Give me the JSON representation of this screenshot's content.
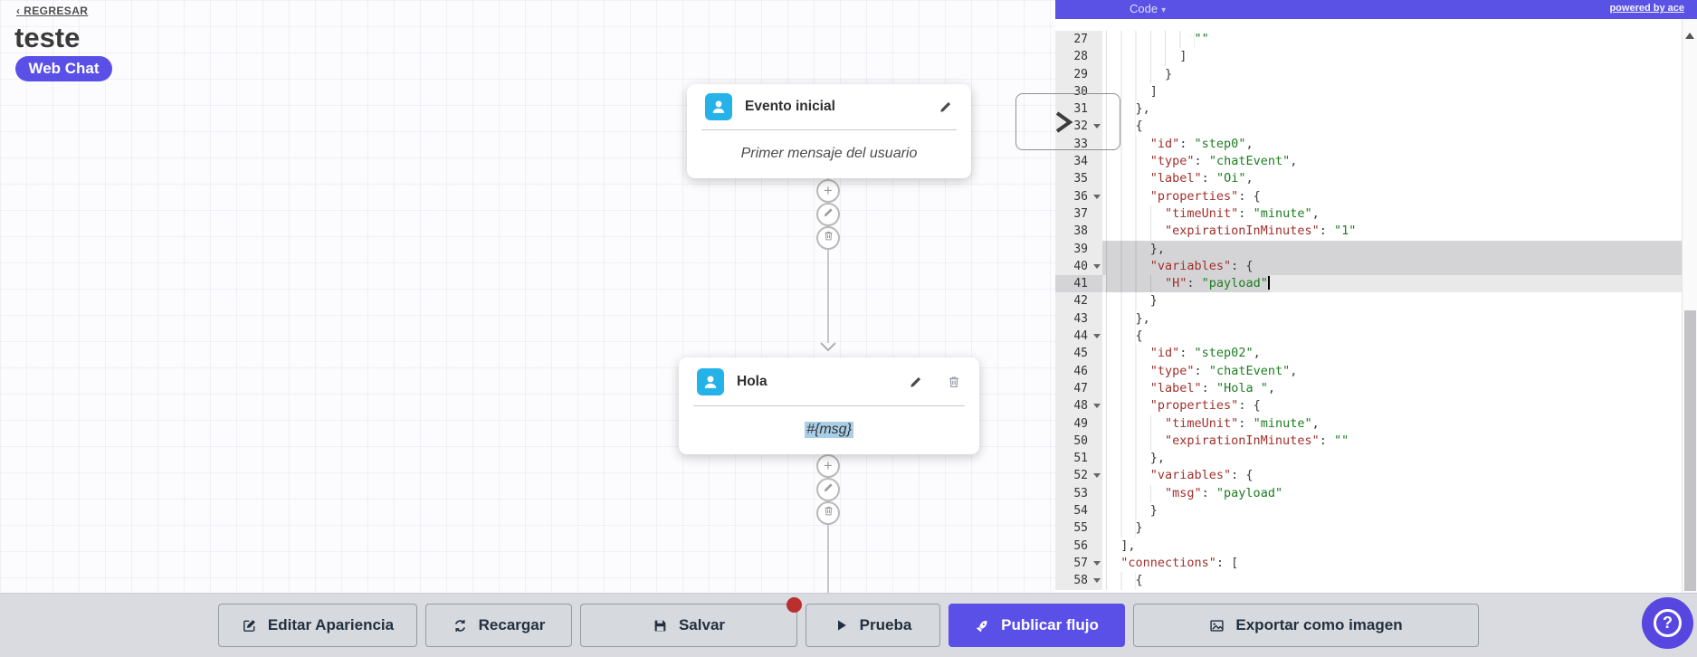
{
  "colors": {
    "accent": "#5a50e8",
    "header_purple": "#5a52e5",
    "node_icon_blue": "#25b2e8",
    "key_red": "#a0302c",
    "string_green": "#1d7d20",
    "selection_gray": "#d4d4d6",
    "msg_highlight": "#a9cfe7",
    "unsaved_dot": "#bb2f2f"
  },
  "flow": {
    "back_label": "‹ REGRESAR",
    "title": "teste",
    "badge": "Web Chat"
  },
  "nodes": [
    {
      "title": "Evento inicial",
      "body": "Primer mensaje del usuario"
    },
    {
      "title": "Hola",
      "body": "#{msg}"
    }
  ],
  "editor": {
    "mode_label": "Code",
    "mode_caret": "▾",
    "powered_by": "powered by ace",
    "lines": [
      {
        "n": 27,
        "ind": 12,
        "t": [
          [
            "s",
            "\"\""
          ]
        ]
      },
      {
        "n": 28,
        "ind": 10,
        "t": [
          [
            "p",
            "]"
          ]
        ]
      },
      {
        "n": 29,
        "ind": 8,
        "t": [
          [
            "p",
            "}"
          ]
        ]
      },
      {
        "n": 30,
        "ind": 6,
        "t": [
          [
            "p",
            "]"
          ]
        ]
      },
      {
        "n": 31,
        "ind": 4,
        "t": [
          [
            "p",
            "},"
          ]
        ]
      },
      {
        "n": 32,
        "ind": 4,
        "fold": true,
        "t": [
          [
            "p",
            "{"
          ]
        ]
      },
      {
        "n": 33,
        "ind": 6,
        "t": [
          [
            "k",
            "\"id\""
          ],
          [
            "p",
            ": "
          ],
          [
            "s",
            "\"step0\""
          ],
          [
            "p",
            ","
          ]
        ]
      },
      {
        "n": 34,
        "ind": 6,
        "t": [
          [
            "k",
            "\"type\""
          ],
          [
            "p",
            ": "
          ],
          [
            "s",
            "\"chatEvent\""
          ],
          [
            "p",
            ","
          ]
        ]
      },
      {
        "n": 35,
        "ind": 6,
        "t": [
          [
            "k",
            "\"label\""
          ],
          [
            "p",
            ": "
          ],
          [
            "s",
            "\"Oi\""
          ],
          [
            "p",
            ","
          ]
        ]
      },
      {
        "n": 36,
        "ind": 6,
        "fold": true,
        "t": [
          [
            "k",
            "\"properties\""
          ],
          [
            "p",
            ": {"
          ]
        ]
      },
      {
        "n": 37,
        "ind": 8,
        "t": [
          [
            "k",
            "\"timeUnit\""
          ],
          [
            "p",
            ": "
          ],
          [
            "s",
            "\"minute\""
          ],
          [
            "p",
            ","
          ]
        ]
      },
      {
        "n": 38,
        "ind": 8,
        "t": [
          [
            "k",
            "\"expirationInMinutes\""
          ],
          [
            "p",
            ": "
          ],
          [
            "s",
            "\"1\""
          ]
        ]
      },
      {
        "n": 39,
        "ind": 6,
        "sel": "right",
        "t": [
          [
            "p",
            "},"
          ]
        ]
      },
      {
        "n": 40,
        "ind": 6,
        "fold": true,
        "sel": "right",
        "t": [
          [
            "k",
            "\"variables\""
          ],
          [
            "p",
            ": {"
          ]
        ]
      },
      {
        "n": 41,
        "ind": 8,
        "sel": "cursor",
        "active": true,
        "cursor": true,
        "t": [
          [
            "k",
            "\"H\""
          ],
          [
            "p",
            ": "
          ],
          [
            "s",
            "\"payload\""
          ]
        ]
      },
      {
        "n": 42,
        "ind": 6,
        "t": [
          [
            "p",
            "}"
          ]
        ]
      },
      {
        "n": 43,
        "ind": 4,
        "t": [
          [
            "p",
            "},"
          ]
        ]
      },
      {
        "n": 44,
        "ind": 4,
        "fold": true,
        "t": [
          [
            "p",
            "{"
          ]
        ]
      },
      {
        "n": 45,
        "ind": 6,
        "t": [
          [
            "k",
            "\"id\""
          ],
          [
            "p",
            ": "
          ],
          [
            "s",
            "\"step02\""
          ],
          [
            "p",
            ","
          ]
        ]
      },
      {
        "n": 46,
        "ind": 6,
        "t": [
          [
            "k",
            "\"type\""
          ],
          [
            "p",
            ": "
          ],
          [
            "s",
            "\"chatEvent\""
          ],
          [
            "p",
            ","
          ]
        ]
      },
      {
        "n": 47,
        "ind": 6,
        "t": [
          [
            "k",
            "\"label\""
          ],
          [
            "p",
            ": "
          ],
          [
            "s",
            "\"Hola \""
          ],
          [
            "p",
            ","
          ]
        ]
      },
      {
        "n": 48,
        "ind": 6,
        "fold": true,
        "t": [
          [
            "k",
            "\"properties\""
          ],
          [
            "p",
            ": {"
          ]
        ]
      },
      {
        "n": 49,
        "ind": 8,
        "t": [
          [
            "k",
            "\"timeUnit\""
          ],
          [
            "p",
            ": "
          ],
          [
            "s",
            "\"minute\""
          ],
          [
            "p",
            ","
          ]
        ]
      },
      {
        "n": 50,
        "ind": 8,
        "t": [
          [
            "k",
            "\"expirationInMinutes\""
          ],
          [
            "p",
            ": "
          ],
          [
            "s",
            "\"\""
          ]
        ]
      },
      {
        "n": 51,
        "ind": 6,
        "t": [
          [
            "p",
            "},"
          ]
        ]
      },
      {
        "n": 52,
        "ind": 6,
        "fold": true,
        "t": [
          [
            "k",
            "\"variables\""
          ],
          [
            "p",
            ": {"
          ]
        ]
      },
      {
        "n": 53,
        "ind": 8,
        "t": [
          [
            "k",
            "\"msg\""
          ],
          [
            "p",
            ": "
          ],
          [
            "s",
            "\"payload\""
          ]
        ]
      },
      {
        "n": 54,
        "ind": 6,
        "t": [
          [
            "p",
            "}"
          ]
        ]
      },
      {
        "n": 55,
        "ind": 4,
        "t": [
          [
            "p",
            "}"
          ]
        ]
      },
      {
        "n": 56,
        "ind": 2,
        "t": [
          [
            "p",
            "],"
          ]
        ]
      },
      {
        "n": 57,
        "ind": 2,
        "fold": true,
        "t": [
          [
            "k",
            "\"connections\""
          ],
          [
            "p",
            ": ["
          ]
        ]
      },
      {
        "n": 58,
        "ind": 4,
        "fold": true,
        "t": [
          [
            "p",
            "{"
          ]
        ]
      }
    ]
  },
  "toolbar": {
    "buttons": [
      {
        "id": "edit-appearance",
        "icon": "edit",
        "label": "Editar Apariencia"
      },
      {
        "id": "reload",
        "icon": "refresh",
        "label": "Recargar"
      },
      {
        "id": "save",
        "icon": "save",
        "label": "Salvar",
        "dot": true
      },
      {
        "id": "test",
        "icon": "play",
        "label": "Prueba"
      },
      {
        "id": "publish",
        "icon": "rocket",
        "label": "Publicar flujo",
        "primary": true
      },
      {
        "id": "export-image",
        "icon": "image",
        "label": "Exportar como imagen"
      }
    ]
  },
  "help": {
    "label": "?"
  }
}
